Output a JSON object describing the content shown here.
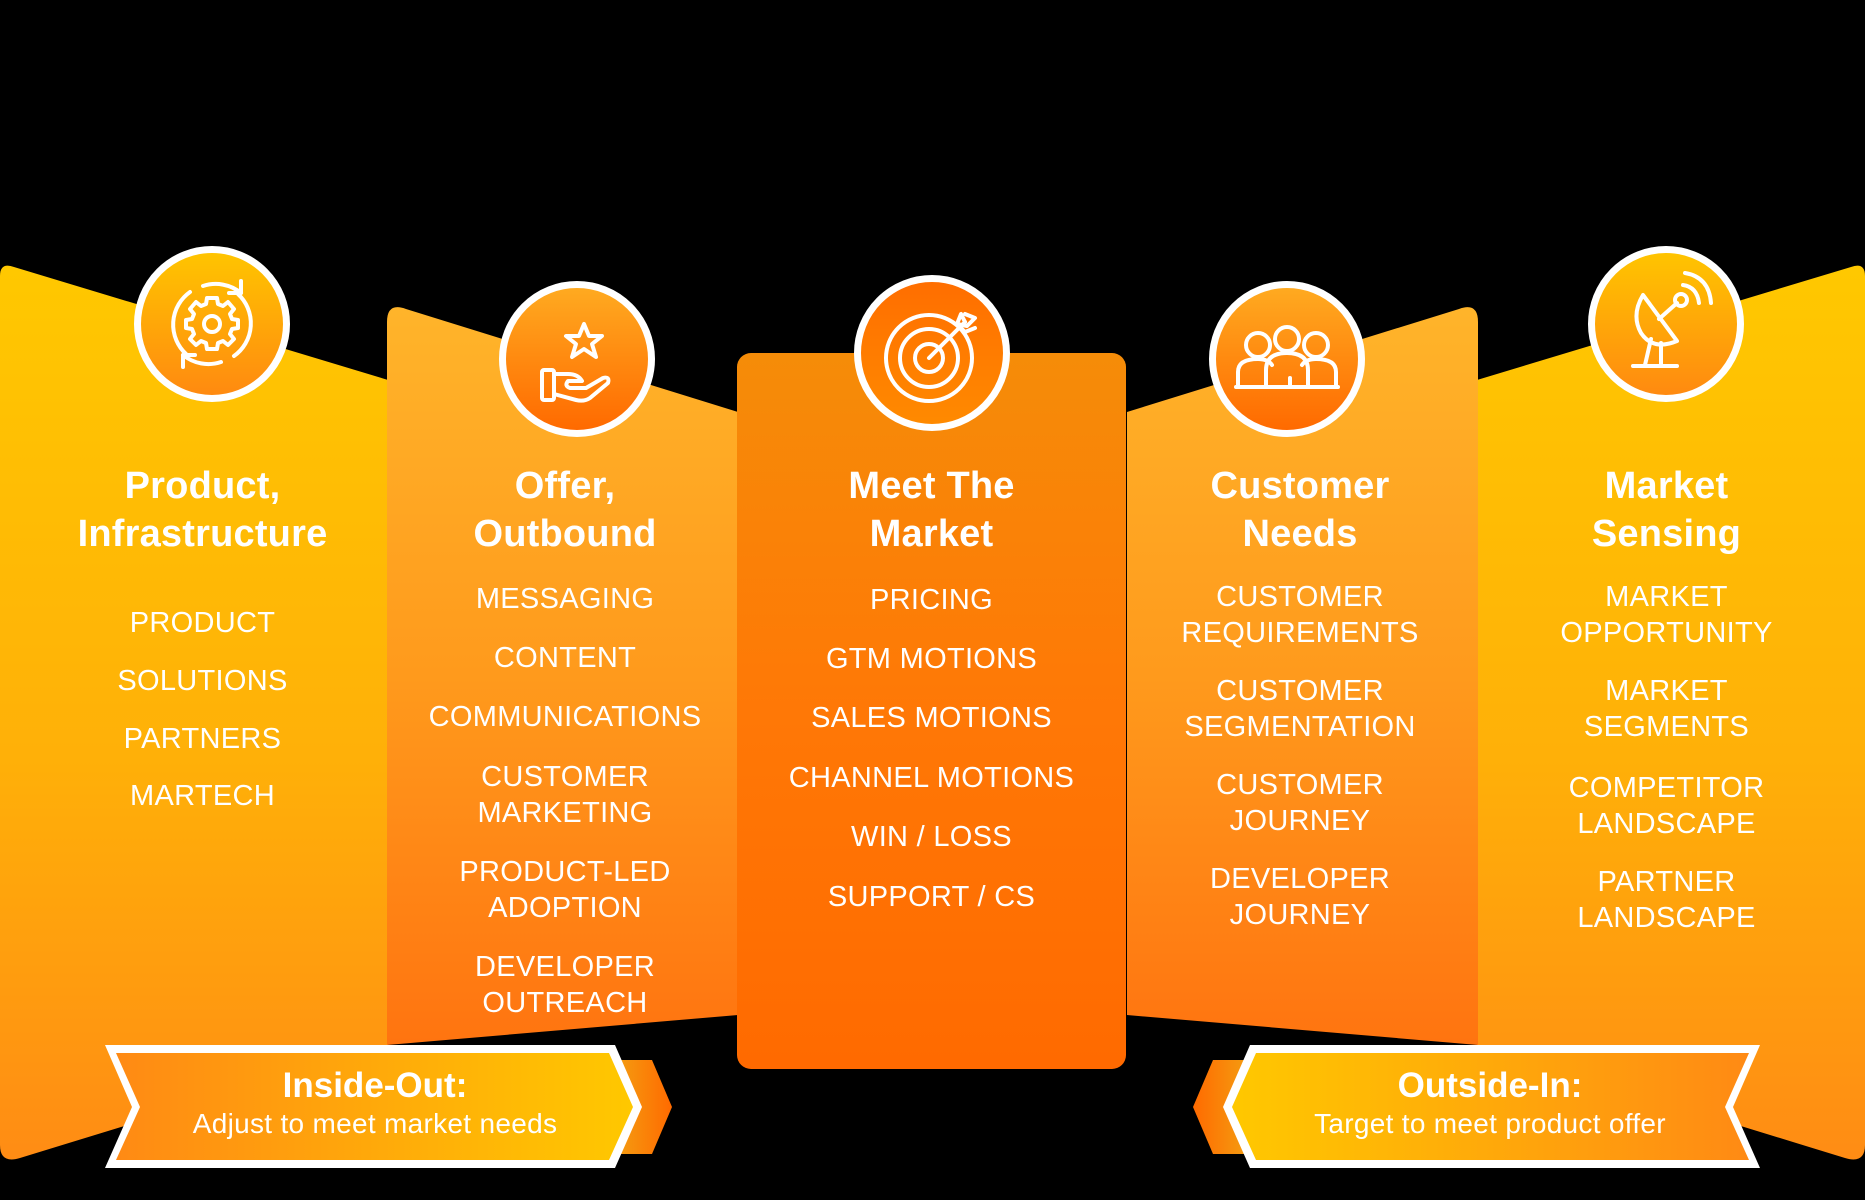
{
  "colors": {
    "background": "#000000",
    "yellow": "#FFC800",
    "light_orange": "#FFAA20",
    "orange": "#FF8A10",
    "deep_orange": "#FF6A00",
    "text": "#FFFFFF"
  },
  "columns": [
    {
      "id": "product-infrastructure",
      "icon": "gear-refresh-icon",
      "title_lines": [
        "Product,",
        "Infrastructure"
      ],
      "items": [
        "PRODUCT",
        "SOLUTIONS",
        "PARTNERS",
        "MARTECH"
      ]
    },
    {
      "id": "offer-outbound",
      "icon": "hand-star-icon",
      "title_lines": [
        "Offer,",
        "Outbound"
      ],
      "items": [
        "MESSAGING",
        "CONTENT",
        "COMMUNICATIONS",
        "CUSTOMER\nMARKETING",
        "PRODUCT-LED\nADOPTION",
        "DEVELOPER\nOUTREACH"
      ]
    },
    {
      "id": "meet-the-market",
      "icon": "target-arrow-icon",
      "title_lines": [
        "Meet The",
        "Market"
      ],
      "items": [
        "PRICING",
        "GTM MOTIONS",
        "SALES MOTIONS",
        "CHANNEL MOTIONS",
        "WIN / LOSS",
        "SUPPORT / CS"
      ]
    },
    {
      "id": "customer-needs",
      "icon": "people-group-icon",
      "title_lines": [
        "Customer",
        "Needs"
      ],
      "items": [
        "CUSTOMER\nREQUIREMENTS",
        "CUSTOMER\nSEGMENTATION",
        "CUSTOMER\nJOURNEY",
        "DEVELOPER\nJOURNEY"
      ]
    },
    {
      "id": "market-sensing",
      "icon": "satellite-dish-icon",
      "title_lines": [
        "Market",
        "Sensing"
      ],
      "items": [
        "MARKET\nOPPORTUNITY",
        "MARKET\nSEGMENTS",
        "COMPETITOR\nLANDSCAPE",
        "PARTNER\nLANDSCAPE"
      ]
    }
  ],
  "banners": {
    "inside_out": {
      "title": "Inside-Out:",
      "subtitle": "Adjust to meet market needs",
      "direction": "right"
    },
    "outside_in": {
      "title": "Outside-In:",
      "subtitle": "Target to meet product offer",
      "direction": "left"
    }
  }
}
